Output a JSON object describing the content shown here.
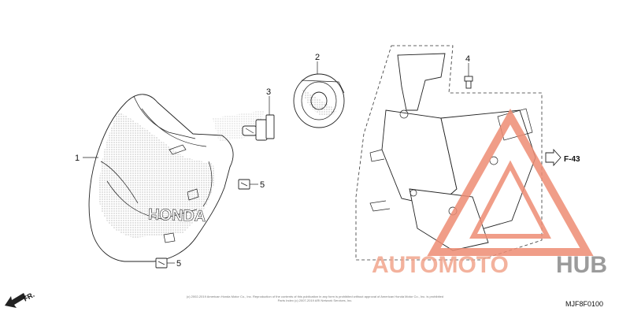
{
  "diagram": {
    "callouts": [
      {
        "id": "1",
        "label": "1"
      },
      {
        "id": "2",
        "label": "2"
      },
      {
        "id": "3",
        "label": "3"
      },
      {
        "id": "4",
        "label": "4"
      },
      {
        "id": "5a",
        "label": "5"
      },
      {
        "id": "5b",
        "label": "5"
      }
    ],
    "ref_label": "F-43",
    "direction_label": "FR.",
    "diagram_code": "MJF8F0100",
    "copyright_line1": "(c) 2002-2019 American Honda Motor Co., Inc. Reproduction of the contents of this publication in any form is prohibited without approval of American Honda Motor Co., Inc. is prohibited",
    "copyright_line2": "Parts Index (c) 2007-2019 ARI Network Services, Inc."
  },
  "watermark": {
    "part1": "AUTOMOTO",
    "part2": "HUB",
    "accent_color": "#f2a58d",
    "text_color": "#8a8a8a"
  },
  "housing_brand": "HONDA"
}
